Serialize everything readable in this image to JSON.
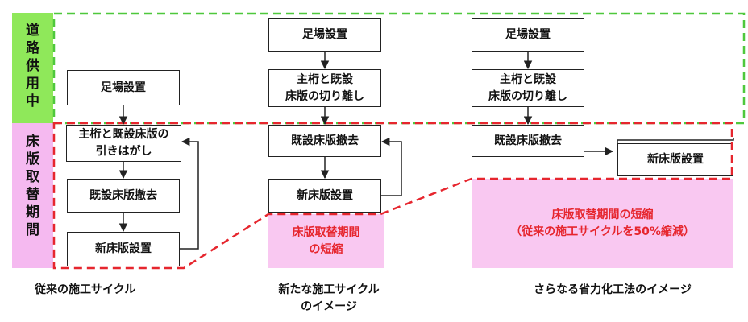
{
  "bands": {
    "road_in_service": {
      "label": "道路供用中",
      "color": "#8fe85a"
    },
    "slab_replacement": {
      "label": "床版取替期間",
      "color": "#f5b9f0"
    }
  },
  "colors": {
    "green_dash": "#4fc83c",
    "red_dash": "#e6262e",
    "pink_fill": "#f9c8f1",
    "red_text": "#e6262e"
  },
  "columns": {
    "conventional": {
      "boxes": {
        "scaffold": "足場設置",
        "peel": "主桁と既設床版の\n引きはがし",
        "remove": "既設床版撤去",
        "install": "新床版設置"
      },
      "caption": "従来の施工サイクル"
    },
    "new_cycle": {
      "boxes": {
        "scaffold": "足場設置",
        "separate": "主桁と既設\n床版の切り離し",
        "remove": "既設床版撤去",
        "install": "新床版設置"
      },
      "note": "床版取替期間\nの短縮",
      "caption": "新たな施工サイクル\nのイメージ"
    },
    "further": {
      "boxes": {
        "scaffold": "足場設置",
        "separate": "主桁と既設\n床版の切り離し",
        "remove": "既設床版撤去",
        "install": "新床版設置"
      },
      "note": "床版取替期間の短縮\n（従来の施工サイクルを50%縮減）",
      "caption": "さらなる省力化工法のイメージ"
    }
  }
}
